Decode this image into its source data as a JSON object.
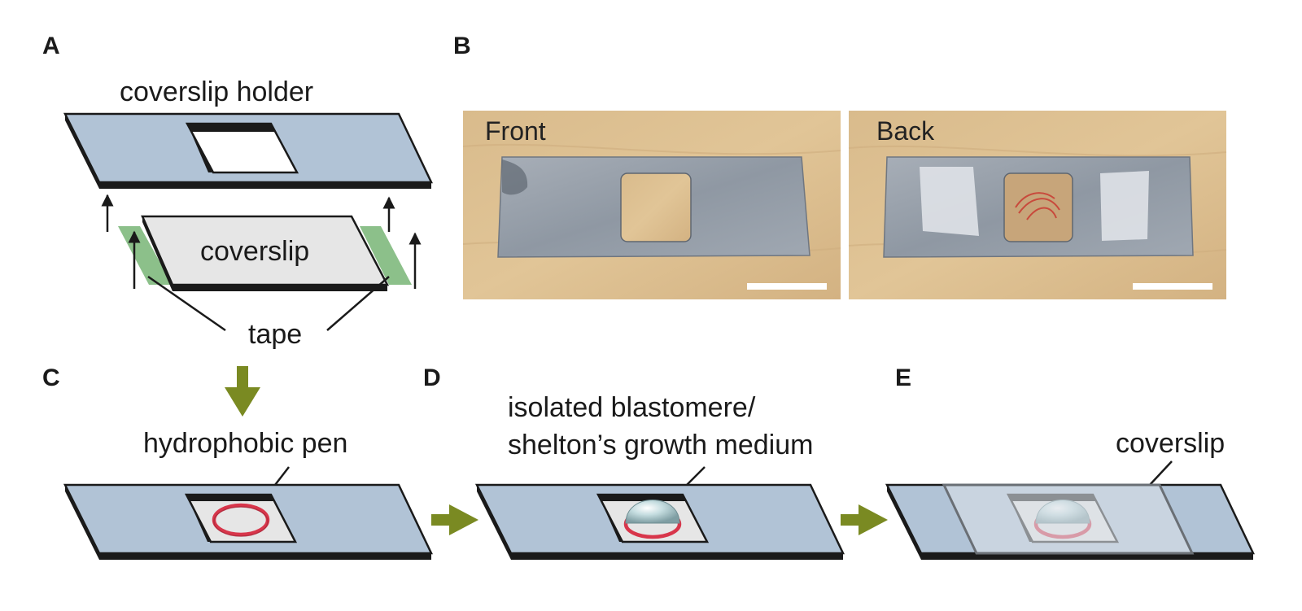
{
  "panels": {
    "a": "A",
    "b": "B",
    "c": "C",
    "d": "D",
    "e": "E"
  },
  "panel_a": {
    "holder_label": "coverslip holder",
    "coverslip_label": "coverslip",
    "tape_label": "tape"
  },
  "panel_b": {
    "front_label": "Front",
    "back_label": "Back"
  },
  "panel_c": {
    "pen_label": "hydrophobic pen"
  },
  "panel_d": {
    "drop_label_line1": "isolated blastomere/",
    "drop_label_line2": "shelton’s growth medium"
  },
  "panel_e": {
    "coverslip_label": "coverslip"
  },
  "colors": {
    "holder_fill": "#b1c3d6",
    "coverslip_fill": "#e6e6e6",
    "tape_green": "#8cc08a",
    "arrow_olive": "#7a8a22",
    "pen_red": "#d8364b",
    "wood": "#d8b98a",
    "metal": "#9aa3ae"
  }
}
